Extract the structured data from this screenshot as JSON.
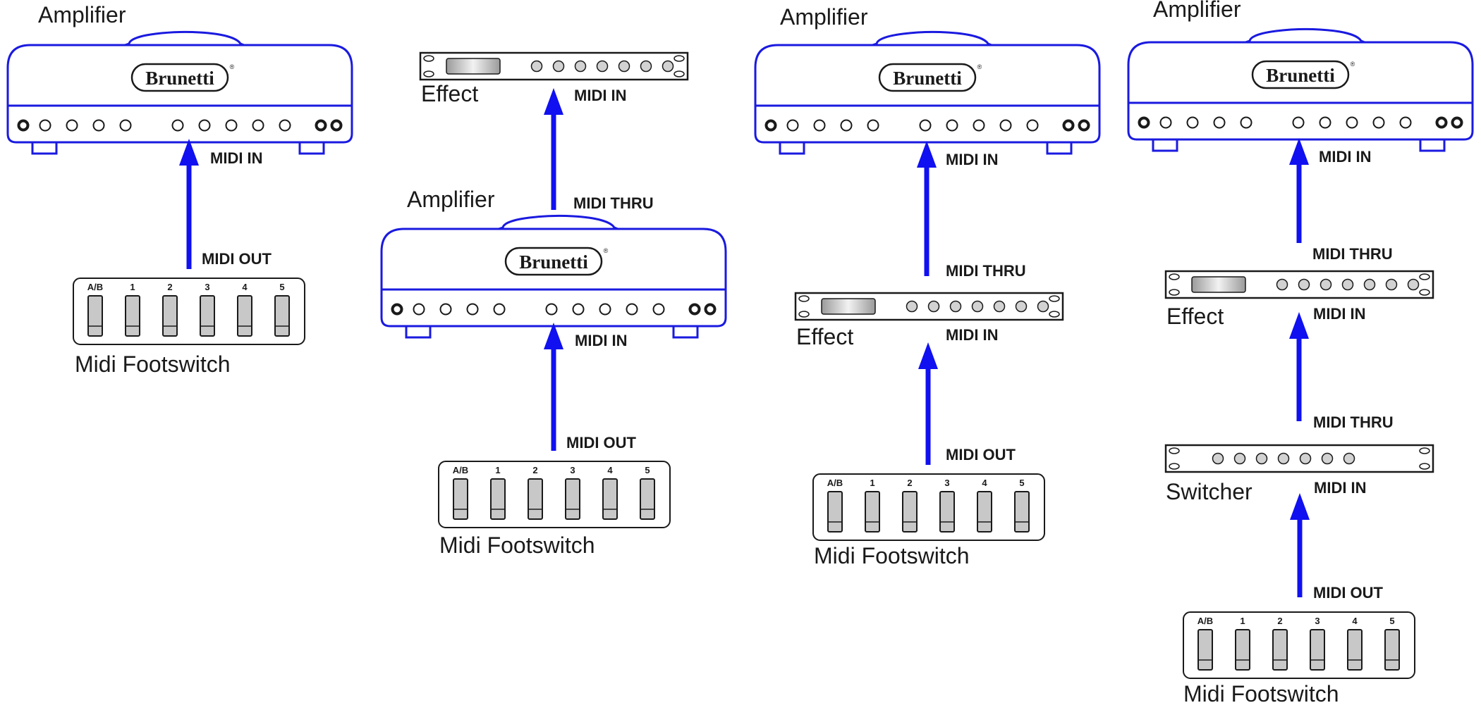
{
  "colors": {
    "outline": "#1a1ae0",
    "arrow": "#1010f0",
    "ink": "#1a1a1a",
    "switch_fill": "#c8c8c8",
    "knob_fill": "#d2d2d2"
  },
  "labels": {
    "amplifier": "Amplifier",
    "effect": "Effect",
    "switcher": "Switcher",
    "footswitch": "Midi Footswitch",
    "midi_in": "MIDI IN",
    "midi_out": "MIDI OUT",
    "midi_thru": "MIDI THRU",
    "brand": "Brunetti",
    "registered": "®"
  },
  "footswitch_keys": [
    "A/B",
    "1",
    "2",
    "3",
    "4",
    "5"
  ],
  "setups": [
    {
      "name": "setup-1",
      "chain": [
        "Midi Footswitch",
        "Amplifier"
      ],
      "connections": [
        {
          "from": "Midi Footswitch",
          "from_port": "MIDI OUT",
          "to": "Amplifier",
          "to_port": "MIDI IN"
        }
      ]
    },
    {
      "name": "setup-2",
      "chain": [
        "Midi Footswitch",
        "Amplifier",
        "Effect"
      ],
      "connections": [
        {
          "from": "Midi Footswitch",
          "from_port": "MIDI OUT",
          "to": "Amplifier",
          "to_port": "MIDI IN"
        },
        {
          "from": "Amplifier",
          "from_port": "MIDI THRU",
          "to": "Effect",
          "to_port": "MIDI IN"
        }
      ]
    },
    {
      "name": "setup-3",
      "chain": [
        "Midi Footswitch",
        "Effect",
        "Amplifier"
      ],
      "connections": [
        {
          "from": "Midi Footswitch",
          "from_port": "MIDI OUT",
          "to": "Effect",
          "to_port": "MIDI IN"
        },
        {
          "from": "Effect",
          "from_port": "MIDI THRU",
          "to": "Amplifier",
          "to_port": "MIDI IN"
        }
      ]
    },
    {
      "name": "setup-4",
      "chain": [
        "Midi Footswitch",
        "Switcher",
        "Effect",
        "Amplifier"
      ],
      "connections": [
        {
          "from": "Midi Footswitch",
          "from_port": "MIDI OUT",
          "to": "Switcher",
          "to_port": "MIDI IN"
        },
        {
          "from": "Switcher",
          "from_port": "MIDI THRU",
          "to": "Effect",
          "to_port": "MIDI IN"
        },
        {
          "from": "Effect",
          "from_port": "MIDI THRU",
          "to": "Amplifier",
          "to_port": "MIDI IN"
        }
      ]
    }
  ]
}
